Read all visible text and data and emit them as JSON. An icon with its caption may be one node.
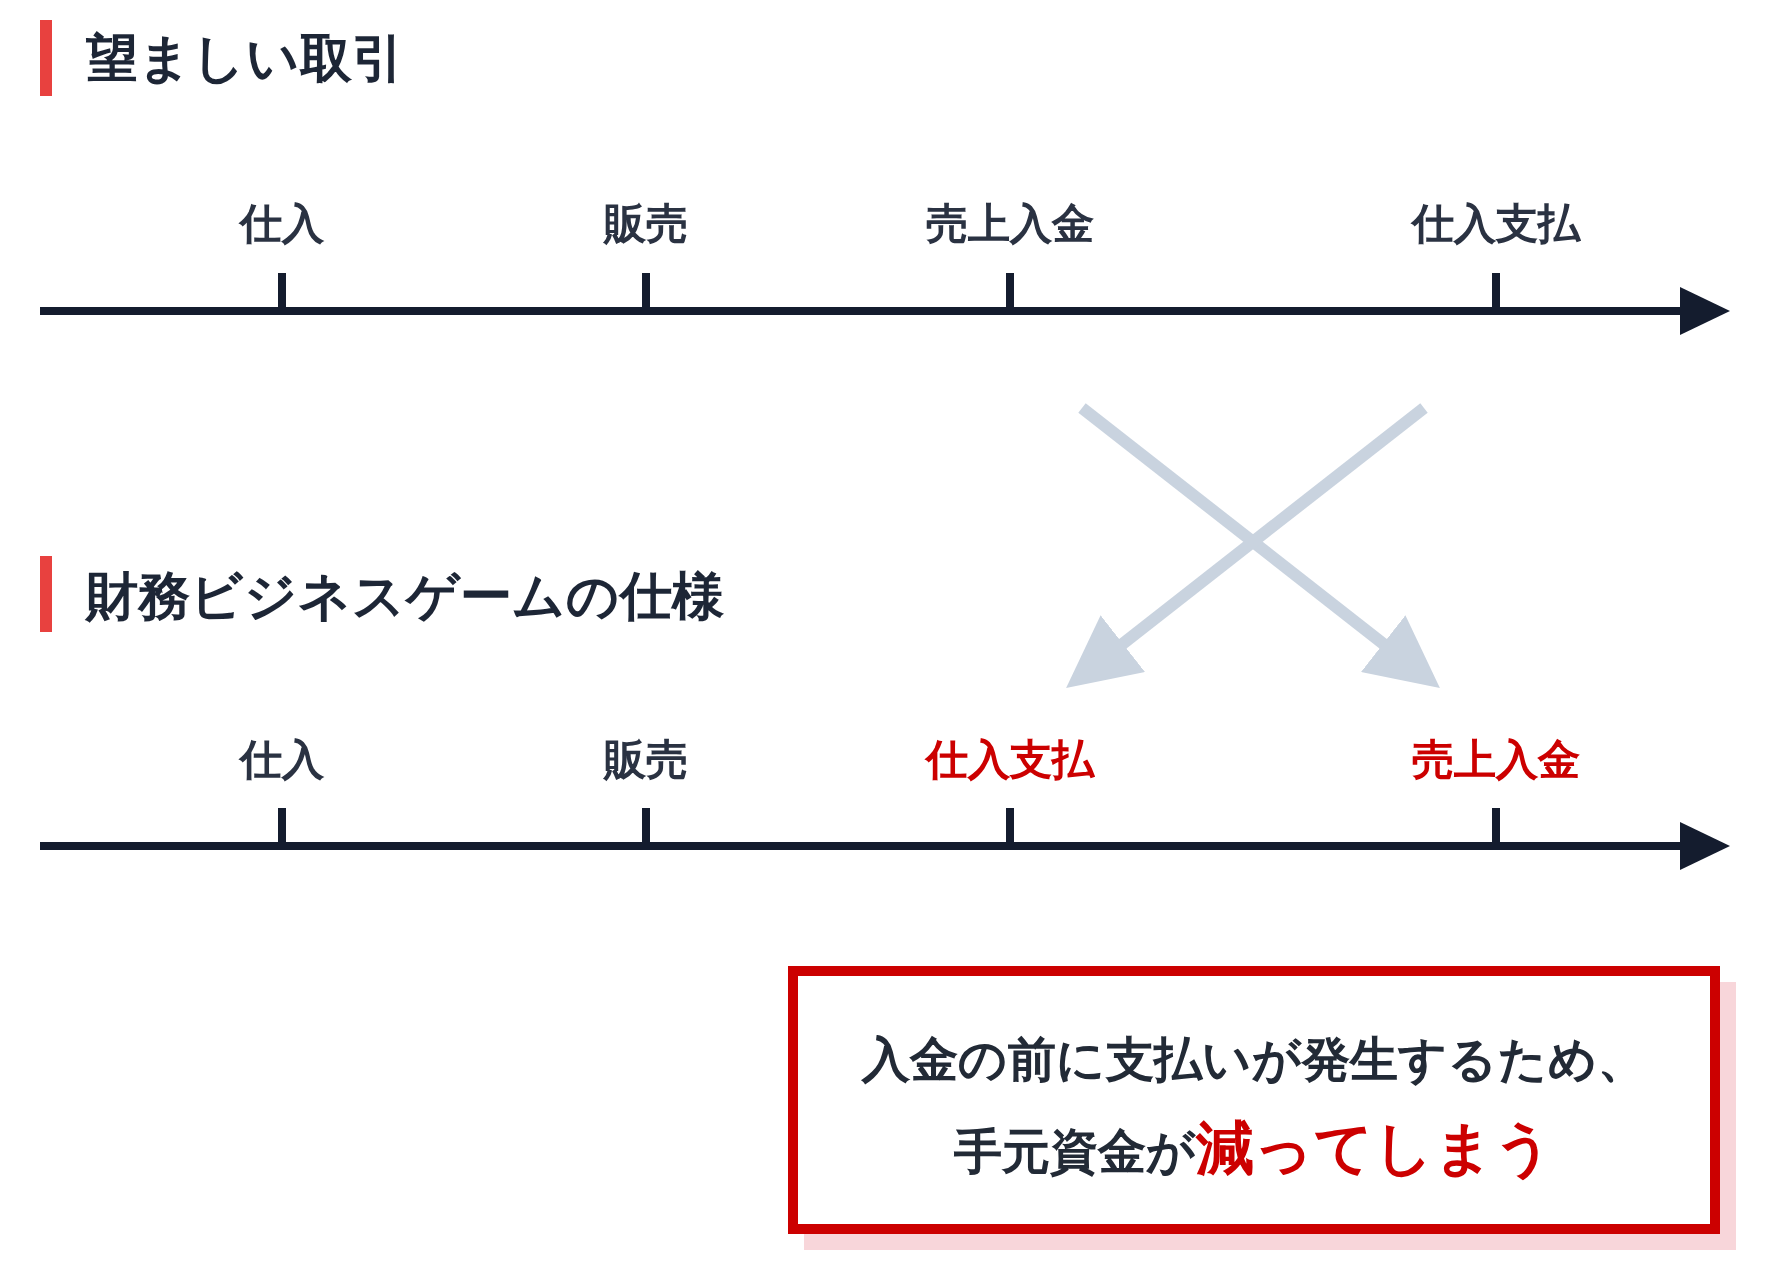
{
  "diagram": {
    "nodes": [
      {
        "text": [
          "売上入金"
        ]
      },
      {
        "text": [
          "仕入支払"
        ]
      },
      {
        "text": [
          "仕入支払"
        ]
      },
      {
        "text": [
          "売上入金"
        ]
      },
      {
        "text": [
          "入金の前に支払いが発生するため、手元資金が**減ってしまう**"
        ]
      }
    ],
    "edges": [
      {
        "from": null,
        "to": 3,
        "arrow": "to"
      },
      {
        "from": null,
        "to": 2,
        "arrow": "to"
      }
    ],
    "labels": [
      "望ましい取引",
      "仕入",
      "販売",
      "財務ビジネスゲームの仕様",
      "仕入",
      "販売"
    ]
  }
}
